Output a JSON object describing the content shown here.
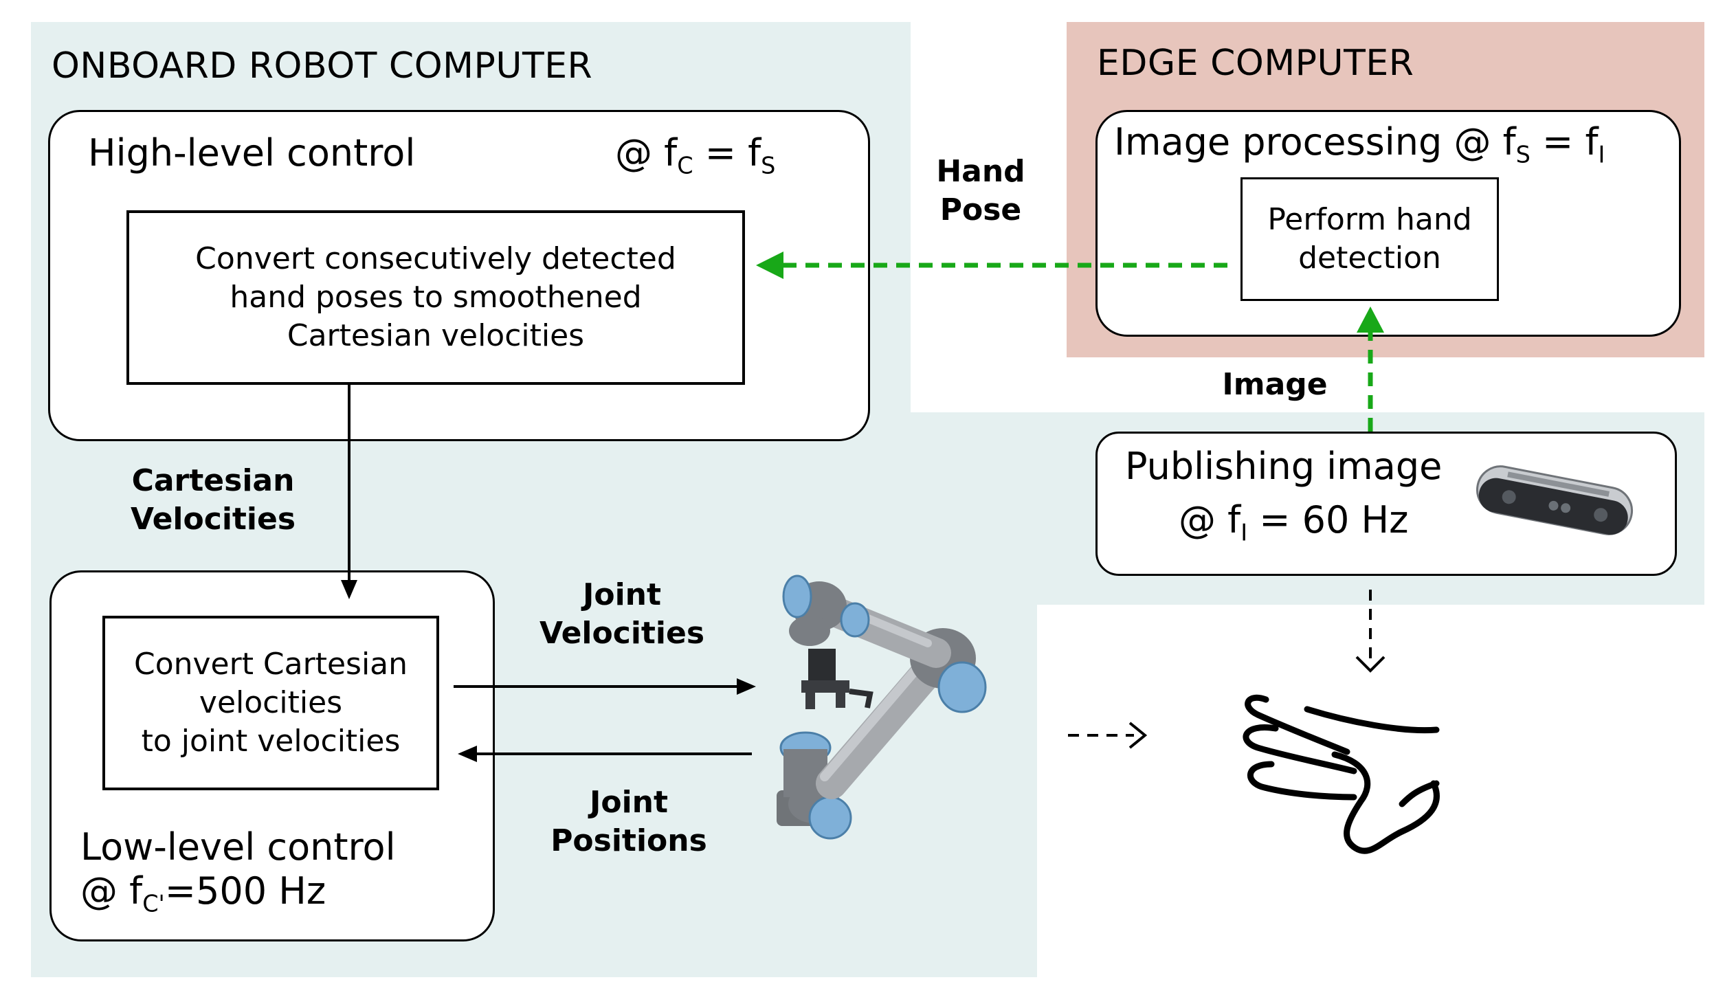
{
  "onboard": {
    "title": "ONBOARD ROBOT COMPUTER",
    "high_level": {
      "label": "High-level control",
      "freq": {
        "prefix": "@ f",
        "sub1": "C",
        "mid": " = f",
        "sub2": "S"
      },
      "task": "Convert consecutively detected\nhand poses to smoothened\nCartesian velocities"
    },
    "low_level": {
      "label": "Low-level control",
      "freq": {
        "prefix": "@ f",
        "sub": "C'",
        "suffix": "=500 Hz"
      },
      "task": "Convert Cartesian\nvelocities\nto joint velocities"
    }
  },
  "edge": {
    "title": "EDGE COMPUTER",
    "processing": {
      "label": {
        "prefix": "Image processing @ f",
        "sub1": "S",
        "mid": " = f",
        "sub2": "I"
      },
      "task": "Perform hand\ndetection"
    }
  },
  "camera_box": {
    "label": "Publishing image",
    "freq": {
      "prefix": "@ f",
      "sub": "I",
      "suffix": " = 60 Hz"
    }
  },
  "flows": {
    "hand_pose": "Hand\nPose",
    "image": "Image",
    "cartesian_velocities": "Cartesian\nVelocities",
    "joint_velocities": "Joint\nVelocities",
    "joint_positions": "Joint\nPositions"
  },
  "colors": {
    "onboard_bg": "#e5f0f0",
    "edge_bg": "#e7c5bc",
    "network_arrow": "#18a818",
    "camera_blue": "#7fb0d8"
  },
  "icons": [
    "robot-arm-icon",
    "depth-camera-icon",
    "hand-icon"
  ]
}
